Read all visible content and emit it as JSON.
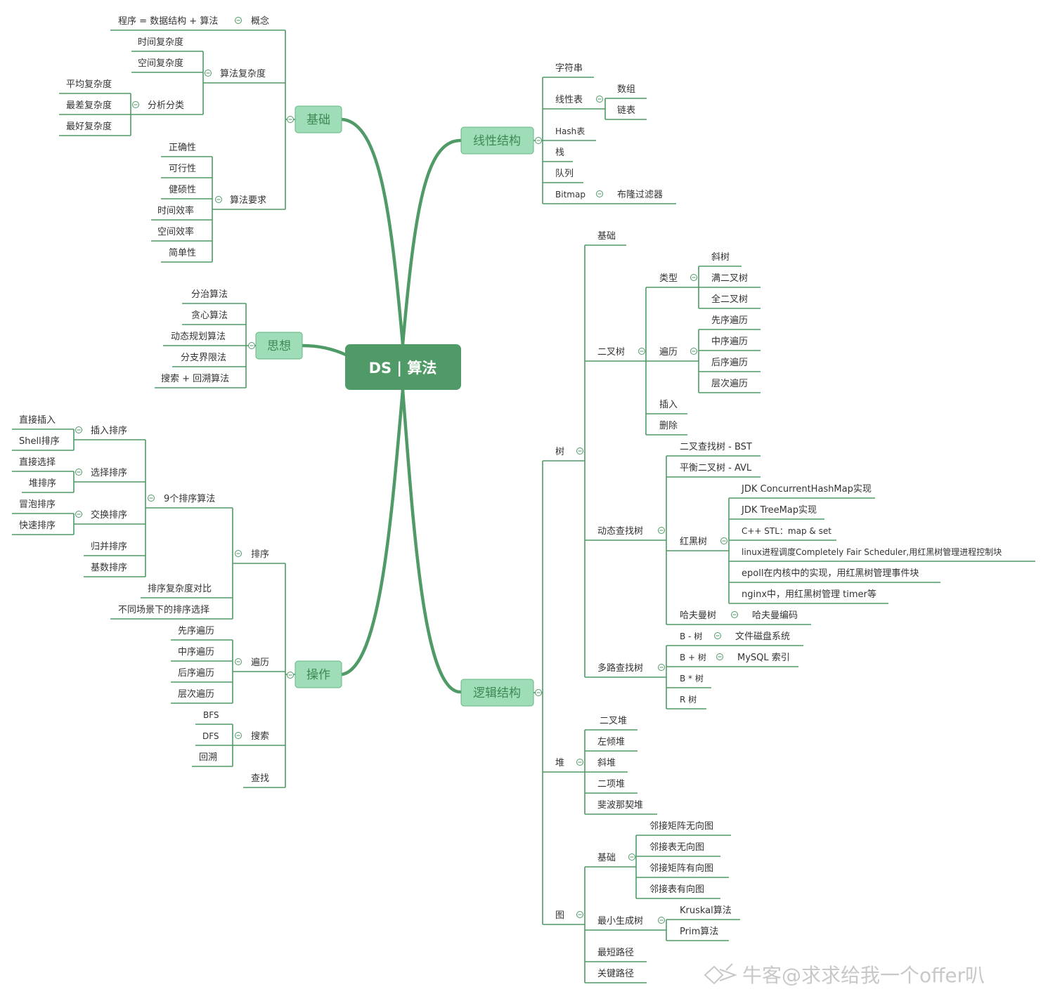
{
  "center": "DS | 算法",
  "main": {
    "jichu": "基础",
    "sixiang": "思想",
    "caozuo": "操作",
    "xianxing": "线性结构",
    "luoji": "逻辑结构"
  },
  "jichu": {
    "gainian": "概念",
    "gainian_items": [
      "程序 = 数据结构 + 算法"
    ],
    "fuzadu": "算法复杂度",
    "fuzadu_items": [
      "时间复杂度",
      "空间复杂度"
    ],
    "fenxi": "分析分类",
    "fenxi_items": [
      "平均复杂度",
      "最差复杂度",
      "最好复杂度"
    ],
    "yaoqiu": "算法要求",
    "yaoqiu_items": [
      "正确性",
      "可行性",
      "健硕性",
      "时间效率",
      "空间效率",
      "简单性"
    ]
  },
  "sixiang": {
    "items": [
      "分治算法",
      "贪心算法",
      "动态规划算法",
      "分支界限法",
      "搜索 + 回溯算法"
    ]
  },
  "caozuo": {
    "paixu": "排序",
    "jiuge": "9个排序算法",
    "charu": "插入排序",
    "charu_items": [
      "直接插入",
      "Shell排序"
    ],
    "xuanze": "选择排序",
    "xuanze_items": [
      "直接选择",
      "堆排序"
    ],
    "jiaohuan": "交换排序",
    "jiaohuan_items": [
      "冒泡排序",
      "快速排序"
    ],
    "jiuge_more": [
      "归并排序",
      "基数排序"
    ],
    "paixu_items": [
      "排序复杂度对比",
      "不同场景下的排序选择"
    ],
    "bianli": "遍历",
    "bianli_items": [
      "先序遍历",
      "中序遍历",
      "后序遍历",
      "层次遍历"
    ],
    "sousuo": "搜索",
    "sousuo_items": [
      "BFS",
      "DFS",
      "回溯"
    ],
    "chazhao": "查找"
  },
  "xianxing": {
    "zifuchuan": "字符串",
    "xianxingbiao": "线性表",
    "xianxingbiao_items": [
      "数组",
      "链表"
    ],
    "hash": "Hash表",
    "zhan": "栈",
    "duilie": "队列",
    "bitmap": "Bitmap",
    "bitmap_items": [
      "布隆过滤器"
    ]
  },
  "luoji": {
    "shu": "树",
    "shu_jichu": "基础",
    "ercha": "二叉树",
    "leixing": "类型",
    "leixing_items": [
      "斜树",
      "满二叉树",
      "全二叉树"
    ],
    "bianli": "遍历",
    "bianli_items": [
      "先序遍历",
      "中序遍历",
      "后序遍历",
      "层次遍历"
    ],
    "ercha_more": [
      "插入",
      "删除"
    ],
    "dongtai": "动态查找树",
    "dongtai_items": [
      "二叉查找树 - BST",
      "平衡二叉树 - AVL"
    ],
    "hongheishu": "红黑树",
    "hongheishu_items": [
      "JDK ConcurrentHashMap实现",
      "JDK TreeMap实现",
      "C++ STL：map & set",
      "linux进程调度Completely Fair Scheduler,用红黑树管理进程控制块",
      "epoll在内核中的实现，用红黑树管理事件块",
      "nginx中，用红黑树管理 timer等"
    ],
    "hafuman": "哈夫曼树",
    "hafuman_items": [
      "哈夫曼编码"
    ],
    "duolu": "多路查找树",
    "bshu": "B - 树",
    "bshu_items": [
      "文件磁盘系统"
    ],
    "bplus": "B + 树",
    "bplus_items": [
      "MySQL 索引"
    ],
    "bstar": "B * 树",
    "rshu": "R 树",
    "dui": "堆",
    "dui_items": [
      "二叉堆",
      "左倾堆",
      "斜堆",
      "二项堆",
      "斐波那契堆"
    ],
    "tu": "图",
    "tu_jichu": "基础",
    "tu_jichu_items": [
      "邻接矩阵无向图",
      "邻接表无向图",
      "邻接矩阵有向图",
      "邻接表有向图"
    ],
    "zuixiao": "最小生成树",
    "zuixiao_items": [
      "Kruskal算法",
      "Prim算法"
    ],
    "tu_more": [
      "最短路径",
      "关键路径"
    ]
  },
  "watermark": "牛客@求求给我一个offer叭",
  "colors": {
    "branch": "#4f9a66",
    "center_fill": "#4f9a66",
    "main_fill": "#9fdcb8",
    "main_text": "#3d8a55"
  }
}
